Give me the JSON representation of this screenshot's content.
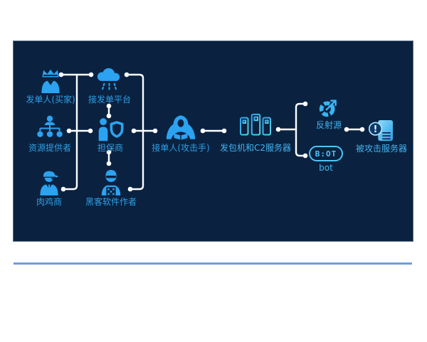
{
  "panel": {
    "background": "#0a2240",
    "line_color": "#ffffff",
    "icon_color": "#2ba3f1",
    "label_color": "#2f9fe6",
    "divider_color": "#4a86d8"
  },
  "diagram": {
    "nodes": [
      {
        "id": "buyer",
        "label": "发单人(买家)",
        "icon": "crown-user-icon"
      },
      {
        "id": "platform",
        "label": "接发单平台",
        "icon": "cloud-dispatch-icon"
      },
      {
        "id": "resource-provider",
        "label": "资源提供者",
        "icon": "hierarchy-icon"
      },
      {
        "id": "guarantor",
        "label": "担保商",
        "icon": "user-shield-icon"
      },
      {
        "id": "attacker",
        "label": "接单人(攻击手)",
        "icon": "hooded-hacker-icon"
      },
      {
        "id": "c2-server",
        "label": "发包机和C2服务器",
        "icon": "server-rack-icon"
      },
      {
        "id": "reflector",
        "label": "反射源",
        "icon": "donut-arrow-icon"
      },
      {
        "id": "bot",
        "label": "bot",
        "icon": "bot-pill-icon",
        "pill_text": "B:OT"
      },
      {
        "id": "attacked-server",
        "label": "被攻击服务器",
        "icon": "alert-server-icon",
        "badge": "!"
      },
      {
        "id": "botnet-vendor",
        "label": "肉鸡商",
        "icon": "capped-dealer-icon"
      },
      {
        "id": "malware-author",
        "label": "黑客软件作者",
        "icon": "masked-coder-icon"
      }
    ],
    "edges": [
      {
        "from": "buyer",
        "to": "guarantor"
      },
      {
        "from": "buyer",
        "to": "platform"
      },
      {
        "from": "resource-provider",
        "to": "guarantor"
      },
      {
        "from": "botnet-vendor",
        "to": "guarantor"
      },
      {
        "from": "platform",
        "to": "guarantor"
      },
      {
        "from": "platform",
        "to": "attacker"
      },
      {
        "from": "guarantor",
        "to": "attacker"
      },
      {
        "from": "malware-author",
        "to": "attacker"
      },
      {
        "from": "guarantor",
        "to": "malware-author"
      },
      {
        "from": "attacker",
        "to": "c2-server"
      },
      {
        "from": "c2-server",
        "to": "reflector"
      },
      {
        "from": "c2-server",
        "to": "bot"
      },
      {
        "from": "reflector",
        "to": "attacked-server"
      }
    ]
  }
}
